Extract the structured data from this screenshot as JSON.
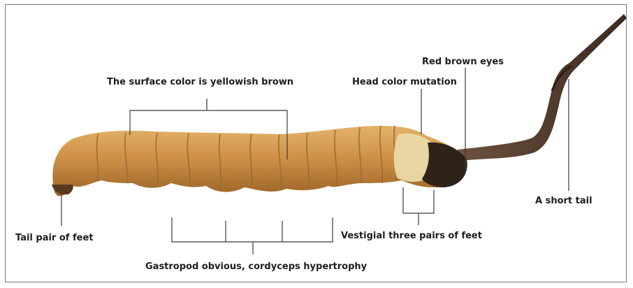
{
  "labels": {
    "surface_color": "The surface color is yellowish brown",
    "head_color": "Head color mutation",
    "red_eyes": "Red brown eyes",
    "short_tail": "A short tail",
    "tail_feet": "Tail pair of feet",
    "vestigial_feet": "Vestigial three pairs of feet",
    "gastropod": "Gastropod obvious, cordyceps hypertrophy"
  },
  "colors": {
    "body_light": "#d9a45a",
    "body_mid": "#c3843c",
    "body_dark": "#8e5a24",
    "head_pale": "#ead9a8",
    "head_dark": "#2e2318",
    "stroma": "#4a3526",
    "stroma_light": "#6b4f3a",
    "leader_line": "#3a3a3a"
  }
}
